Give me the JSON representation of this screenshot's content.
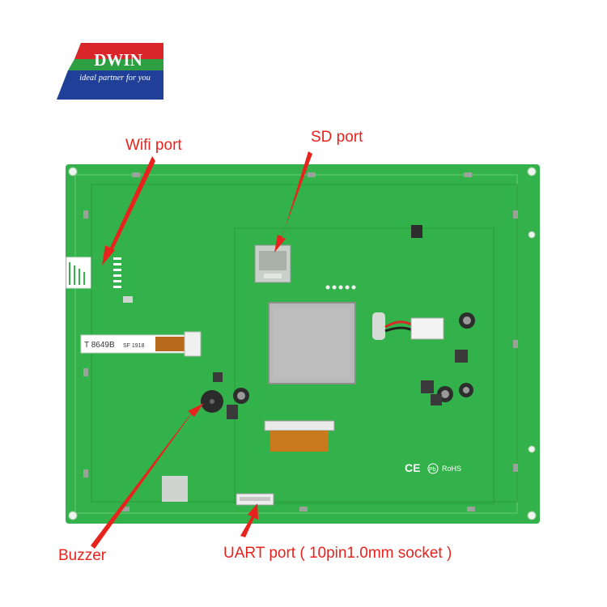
{
  "logo": {
    "brand": "DWIN",
    "tagline": "ideal partner for you",
    "mark": "®"
  },
  "labels": {
    "wifi": "Wifi port",
    "sd": "SD port",
    "buzzer": "Buzzer",
    "uart": "UART port ( 10pin1.0mm socket )"
  },
  "board": {
    "ribbon_text": "T 8649B",
    "ribbon_text_2": "SF 1918",
    "compliance": "CE",
    "rohs": "RoHS",
    "pb": "Pb"
  },
  "colors": {
    "pcb": "#33b14a",
    "pcb_dark": "#2a9a3e",
    "label": "#e8231d",
    "logo_blue": "#1f3f98",
    "logo_red": "#d8262a",
    "logo_green": "#2ea043"
  }
}
